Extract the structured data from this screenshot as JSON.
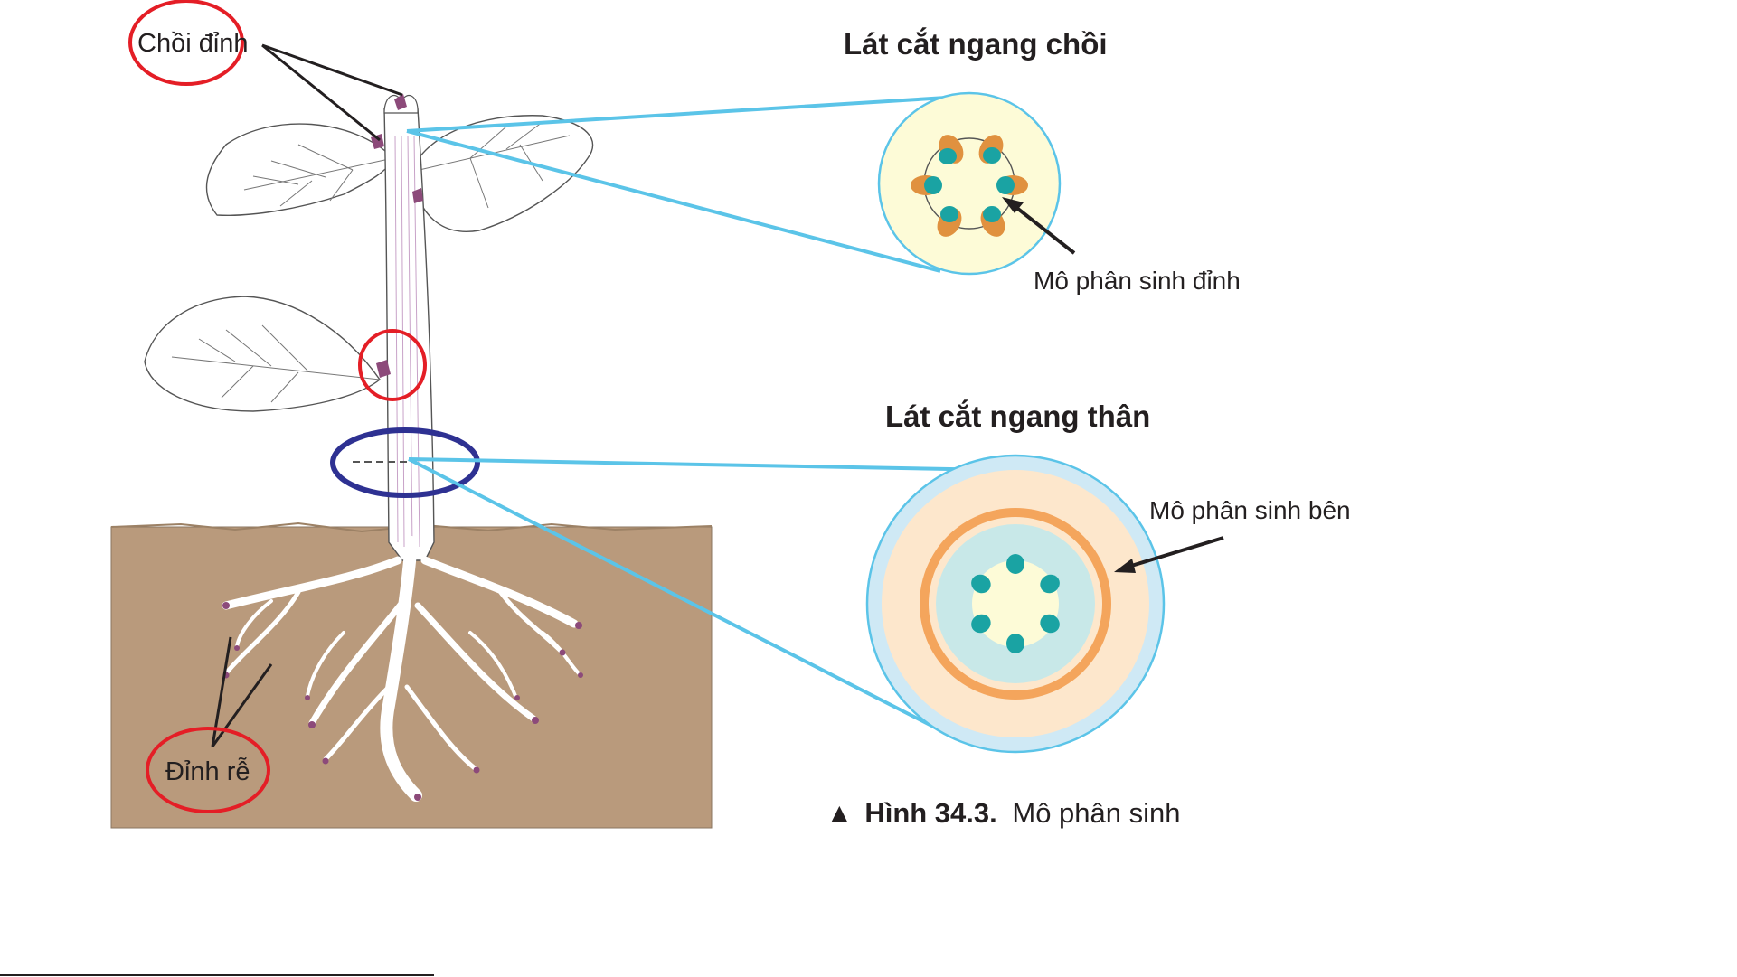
{
  "labels": {
    "shoot_apex": "Chồi đỉnh",
    "root_tip": "Đỉnh rễ",
    "shoot_cross_section": "Lát cắt ngang chồi",
    "apical_meristem": "Mô phân sinh đỉnh",
    "stem_cross_section": "Lát cắt ngang thân",
    "lateral_meristem": "Mô phân sinh bên"
  },
  "caption": {
    "marker": "▲",
    "number": "Hình 34.3.",
    "text": "Mô phân sinh"
  },
  "colors": {
    "soil": "#b99a7c",
    "connector": "#5bc4e8",
    "meristem_bud": "#8c4a7a",
    "highlight_red": "#e41e26",
    "highlight_blue": "#2e3192",
    "vascular_teal": "#1aa3a3",
    "vascular_orange": "#e0913f"
  }
}
